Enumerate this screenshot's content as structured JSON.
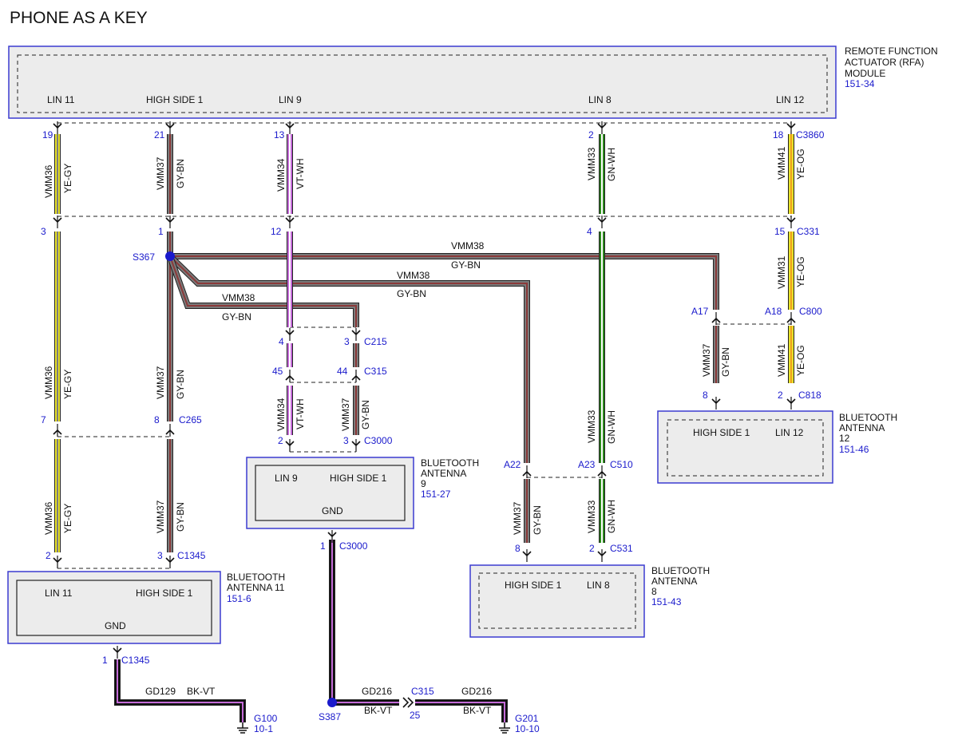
{
  "title": "PHONE AS A KEY",
  "rfa": {
    "name_lines": [
      "REMOTE FUNCTION",
      "ACTUATOR (RFA)",
      "MODULE"
    ],
    "ref": "151-34",
    "pins": {
      "lin11": "LIN 11",
      "hs1": "HIGH SIDE 1",
      "lin9": "LIN 9",
      "lin8": "LIN 8",
      "lin12": "LIN 12"
    },
    "connector": "C3860",
    "pin_numbers": {
      "lin11": "19",
      "hs1": "21",
      "lin9": "13",
      "lin8": "2",
      "lin12": "18"
    }
  },
  "wires": {
    "vmm36": "VMM36",
    "ye_gy": "YE-GY",
    "vmm37": "VMM37",
    "gy_bn": "GY-BN",
    "vmm34": "VMM34",
    "vt_wh": "VT-WH",
    "vmm33": "VMM33",
    "gn_wh": "GN-WH",
    "vmm41": "VMM41",
    "ye_og": "YE-OG",
    "vmm31": "VMM31",
    "vmm38": "VMM38",
    "gd129": "GD129",
    "gd216": "GD216",
    "bk_vt": "BK-VT"
  },
  "connectors": {
    "c331": "C331",
    "c800": "C800",
    "c818": "C818",
    "c265": "C265",
    "c1345": "C1345",
    "c215": "C215",
    "c315": "C315",
    "c3000": "C3000",
    "c510": "C510",
    "c531": "C531"
  },
  "pins": {
    "p3": "3",
    "p1": "1",
    "p12": "12",
    "p4": "4",
    "p15": "15",
    "p7": "7",
    "p8": "8",
    "p2": "2",
    "p45": "45",
    "p44": "44",
    "pA17": "A17",
    "pA18": "A18",
    "pA22": "A22",
    "pA23": "A23",
    "p25": "25"
  },
  "splices": {
    "s367": "S367",
    "s387": "S387"
  },
  "grounds": {
    "g100": "G100",
    "g100_ref": "10-1",
    "g201": "G201",
    "g201_ref": "10-10"
  },
  "antenna11": {
    "name_lines": [
      "BLUETOOTH",
      "ANTENNA 11"
    ],
    "ref": "151-6",
    "lin": "LIN 11",
    "hs": "HIGH SIDE 1",
    "gnd": "GND"
  },
  "antenna9": {
    "name_lines": [
      "BLUETOOTH",
      "ANTENNA",
      "9"
    ],
    "ref": "151-27",
    "lin": "LIN 9",
    "hs": "HIGH SIDE 1",
    "gnd": "GND"
  },
  "antenna8": {
    "name_lines": [
      "BLUETOOTH",
      "ANTENNA",
      "8"
    ],
    "ref": "151-43",
    "hs": "HIGH SIDE 1",
    "lin": "LIN 8"
  },
  "antenna12": {
    "name_lines": [
      "BLUETOOTH",
      "ANTENNA",
      "12"
    ],
    "ref": "151-46",
    "hs": "HIGH SIDE 1",
    "lin": "LIN 12"
  },
  "colors": {
    "ye": "#e8e22a",
    "gy": "#7a7a7a",
    "bn": "#8b3a3a",
    "vt": "#c46bd8",
    "wh": "#ffffff",
    "gn": "#2e8b1e",
    "og": "#f0a020",
    "bk": "#111111",
    "box": "#3b3bd0",
    "fill": "#ececec",
    "pin": "#1a1acc"
  }
}
